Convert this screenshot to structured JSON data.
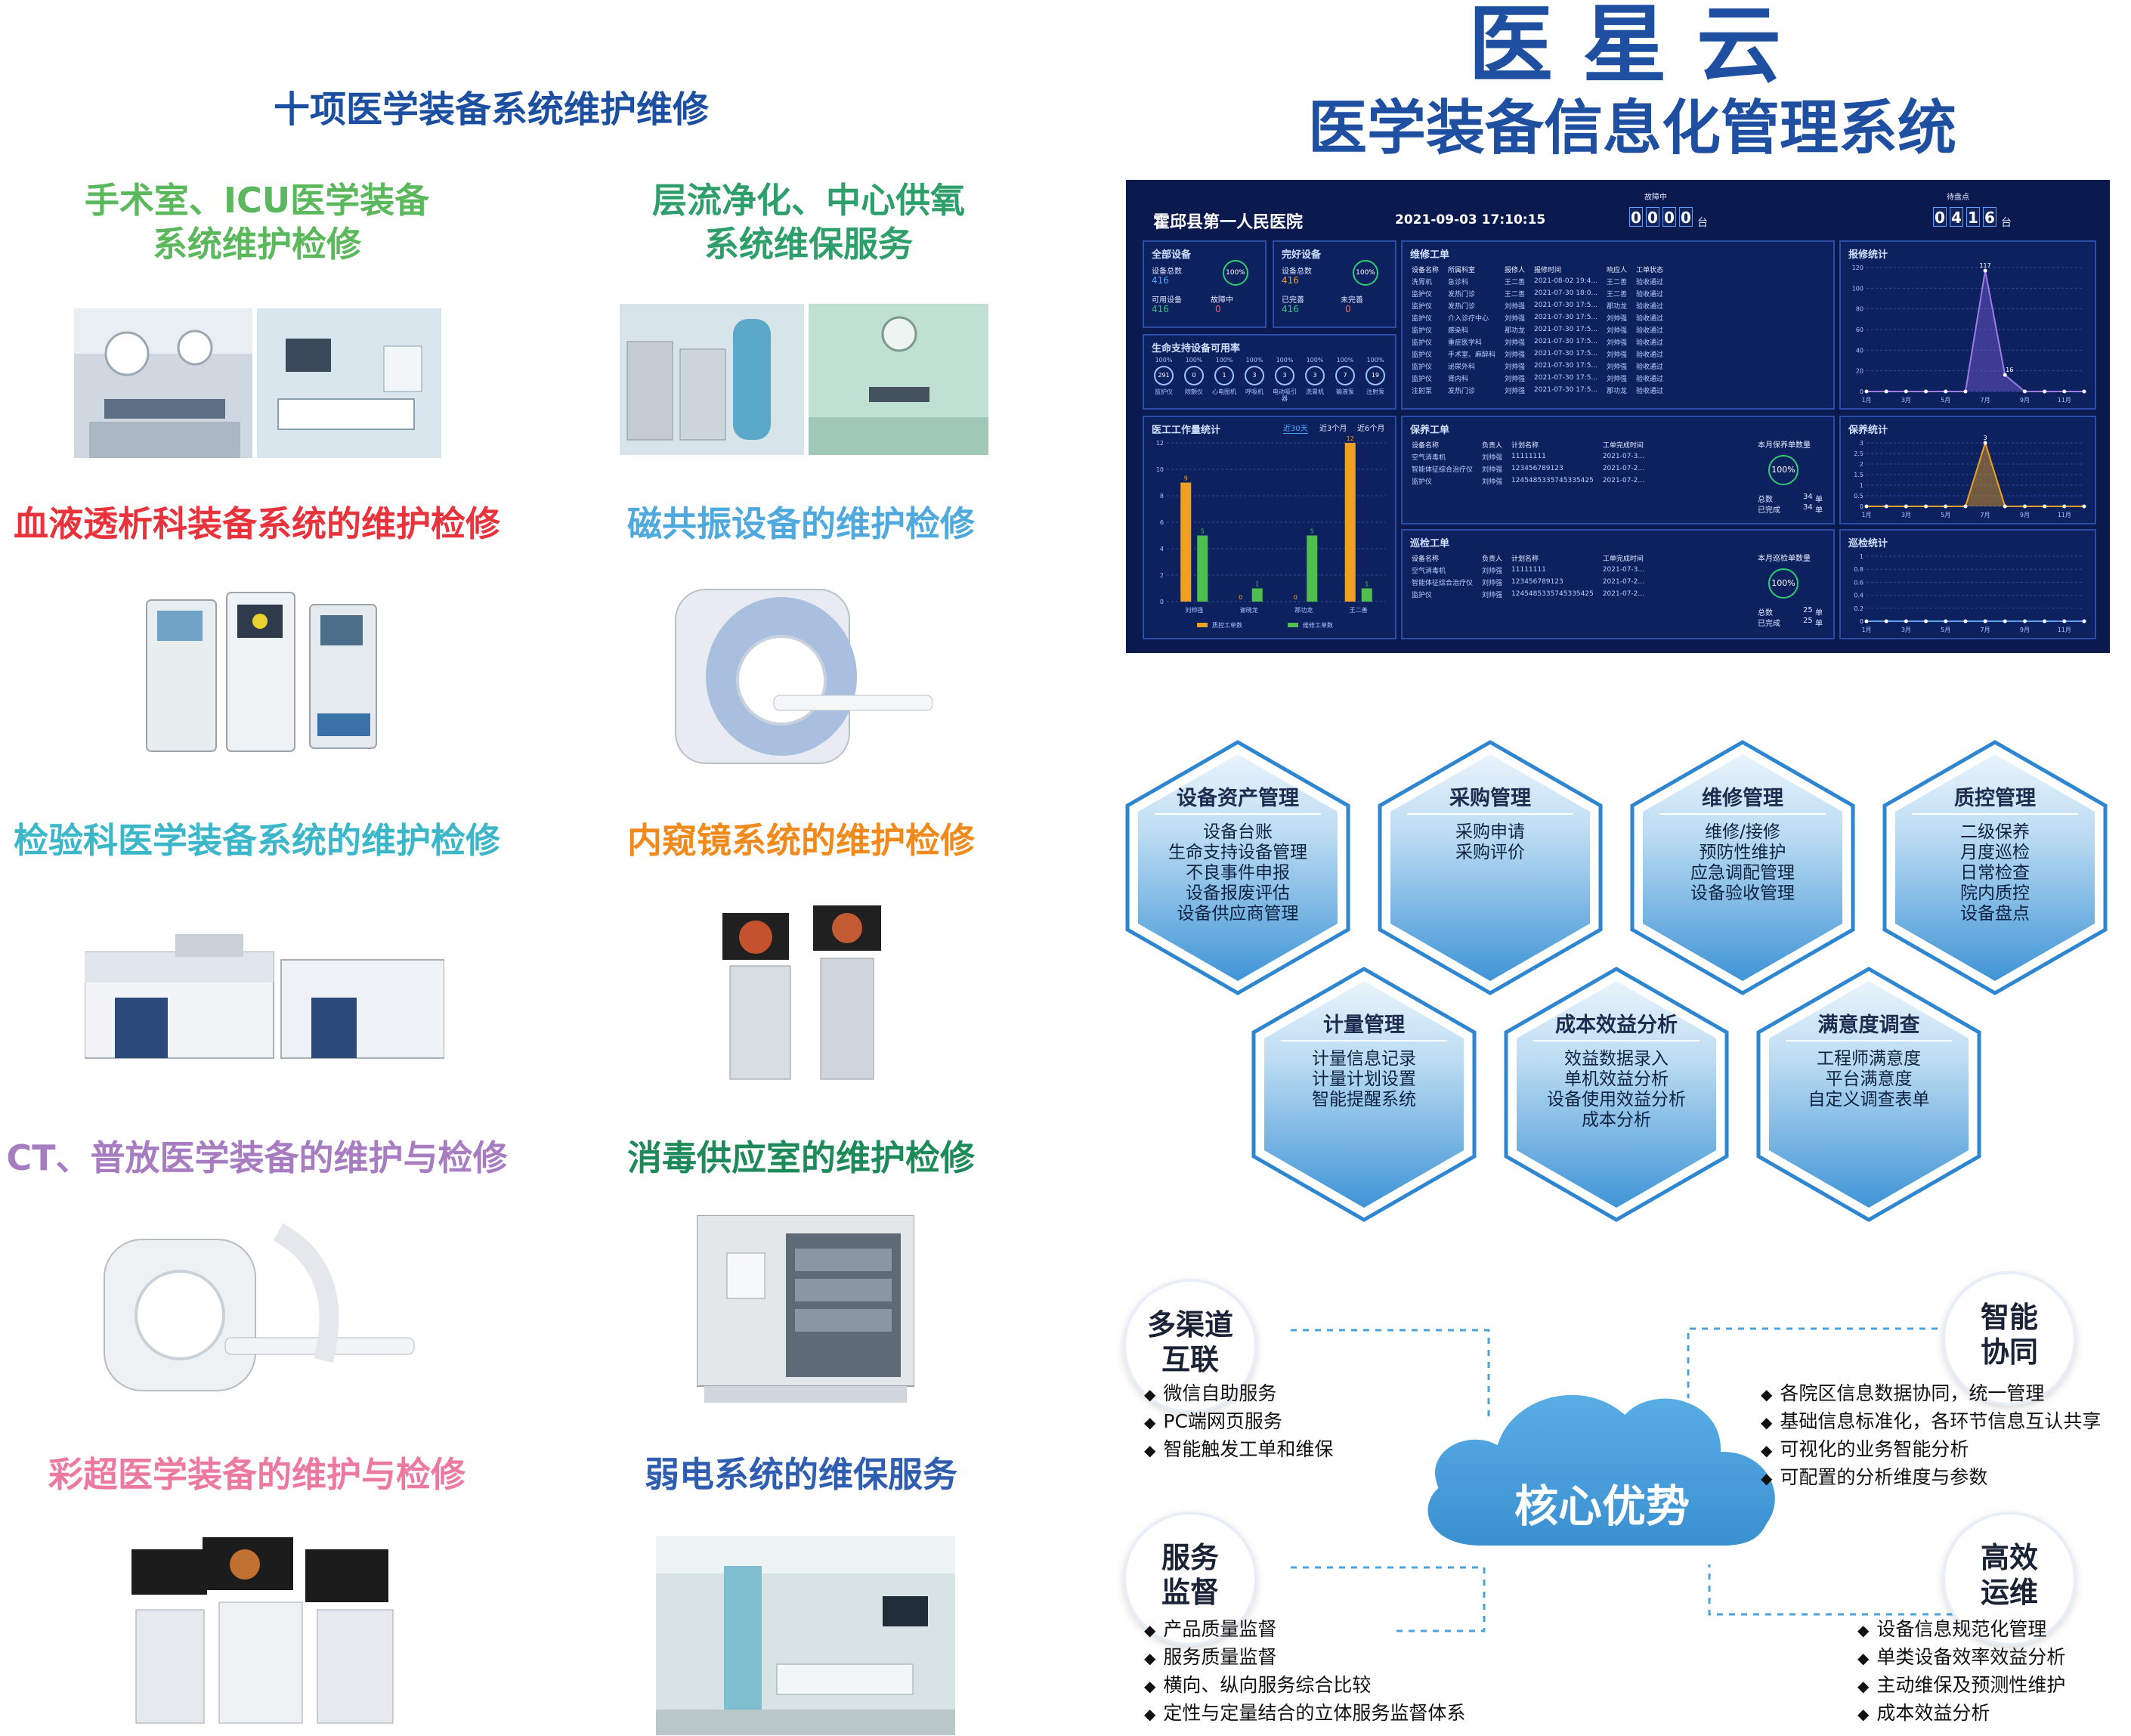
{
  "header": {
    "brand": "医 星 云",
    "subtitle": "医学装备信息化管理系统"
  },
  "left": {
    "main_title": "十项医学装备系统维护维修",
    "sections": [
      {
        "id": "or",
        "title_l1": "手术室、ICU医学装备",
        "title_l2": "系统维护检修",
        "color": "#5bb85c"
      },
      {
        "id": "oxygen",
        "title_l1": "层流净化、中心供氧",
        "title_l2": "系统维保服务",
        "color": "#2e9e6b"
      },
      {
        "id": "dialysis",
        "title_l1": "血液透析科装备系统的维护检修",
        "color": "#e8333c"
      },
      {
        "id": "mri",
        "title_l1": "磁共振设备的维护检修",
        "color": "#4fa9dd"
      },
      {
        "id": "lab",
        "title_l1": "检验科医学装备系统的维护检修",
        "color": "#3bb7c9"
      },
      {
        "id": "endo",
        "title_l1": "内窥镜系统的维护检修",
        "color": "#f08a1c"
      },
      {
        "id": "ct",
        "title_l1": "CT、普放医学装备的维护与检修",
        "color": "#a77cc0"
      },
      {
        "id": "steril",
        "title_l1": "消毒供应室的维护检修",
        "color": "#1e8a5a"
      },
      {
        "id": "us",
        "title_l1": "彩超医学装备的维护与检修",
        "color": "#ec7aa0"
      },
      {
        "id": "weak",
        "title_l1": "弱电系统的维保服务",
        "color": "#2f5db0"
      }
    ]
  },
  "dashboard": {
    "hospital": "霍邱县第一人民医院",
    "datetime": "2021-09-03 17:10:15",
    "fault_label": "故障中",
    "fault_digits": [
      "0",
      "0",
      "0",
      "0"
    ],
    "inventory_label": "待盘点",
    "inventory_digits": [
      "0",
      "4",
      "1",
      "6"
    ],
    "unit": "台",
    "all_devices": {
      "title": "全部设备",
      "total_label": "设备总数",
      "total_value": "416",
      "usable_label": "可用设备",
      "usable_value": "416",
      "fault_label": "故障中",
      "fault_value": "0",
      "rate": "100%"
    },
    "intact": {
      "title": "完好设备",
      "total_label": "设备总数",
      "total_value": "416",
      "done_label": "已完善",
      "done_value": "416",
      "undone_label": "未完善",
      "undone_value": "0",
      "rate": "100%"
    },
    "life_support": {
      "title": "生命支持设备可用率",
      "pcts": [
        "100%",
        "100%",
        "100%",
        "100%",
        "100%",
        "100%",
        "100%",
        "100%"
      ],
      "counts": [
        "291",
        "0",
        "1",
        "3",
        "3",
        "3",
        "7",
        "19"
      ],
      "names": [
        "监护仪",
        "除颤仪",
        "心电图机",
        "呼吸机",
        "电动吸引器",
        "洗胃机",
        "输液泵",
        "注射泵"
      ]
    },
    "repair_orders": {
      "title": "维修工单",
      "headers": [
        "设备名称",
        "所属科室",
        "报修人",
        "报修时间",
        "响应人",
        "工单状态"
      ],
      "rows": [
        [
          "洗胃机",
          "急诊科",
          "王二善",
          "2021-08-02 19:4...",
          "王二善",
          "验收通过"
        ],
        [
          "监护仪",
          "发热门诊",
          "王二善",
          "2021-07-30 18:0...",
          "王二善",
          "验收通过"
        ],
        [
          "监护仪",
          "发热门诊",
          "刘帅强",
          "2021-07-30 17:5...",
          "那功龙",
          "验收通过"
        ],
        [
          "监护仪",
          "介入诊疗中心",
          "刘帅强",
          "2021-07-30 17:5...",
          "刘帅强",
          "验收通过"
        ],
        [
          "监护仪",
          "感染科",
          "那功龙",
          "2021-07-30 17:5...",
          "刘帅强",
          "验收通过"
        ],
        [
          "监护仪",
          "重症医学科",
          "刘帅强",
          "2021-07-30 17:5...",
          "刘帅强",
          "验收通过"
        ],
        [
          "监护仪",
          "手术室、麻醉科",
          "刘帅强",
          "2021-07-30 17:5...",
          "刘帅强",
          "验收通过"
        ],
        [
          "监护仪",
          "泌尿外科",
          "刘帅强",
          "2021-07-30 17:5...",
          "刘帅强",
          "验收通过"
        ],
        [
          "监护仪",
          "肾内科",
          "刘帅强",
          "2021-07-30 17:5...",
          "刘帅强",
          "验收通过"
        ],
        [
          "注射泵",
          "发热门诊",
          "刘帅强",
          "2021-07-30 17:5...",
          "那功龙",
          "验收通过"
        ]
      ]
    },
    "repair_stats": {
      "title": "报修统计",
      "y_ticks": [
        "120",
        "100",
        "80",
        "60",
        "40",
        "20",
        "0"
      ],
      "months": [
        "1月",
        "3月",
        "5月",
        "7月",
        "9月",
        "11月"
      ],
      "peak_label": "117",
      "after_label": "16"
    },
    "workload": {
      "title": "医工工作量统计",
      "tabs": [
        "近30天",
        "近3个月",
        "近6个月"
      ],
      "y_ticks": [
        "12",
        "10",
        "8",
        "6",
        "4",
        "2",
        "0"
      ],
      "people": [
        "刘帅强",
        "谢晓龙",
        "那功龙",
        "王二善"
      ],
      "qc_values": [
        9,
        0,
        0,
        12
      ],
      "repair_values": [
        5,
        1,
        5,
        1
      ],
      "legend_qc": "质控工单数",
      "legend_repair": "维修工单数"
    },
    "maintenance_orders": {
      "title": "保养工单",
      "headers": [
        "设备名称",
        "负责人",
        "计划名称",
        "工单完成时间"
      ],
      "rows": [
        [
          "空气消毒机",
          "刘帅强",
          "11111111",
          "2021-07-3..."
        ],
        [
          "智能体征综合治疗仪",
          "刘帅强",
          "123456789123",
          "2021-07-2..."
        ],
        [
          "监护仪",
          "刘帅强",
          "1245485335745335425",
          "2021-07-2..."
        ]
      ],
      "side_title": "本月保养单数量",
      "rate": "100%",
      "total_label": "总数",
      "total_value": "34",
      "done_label": "已完成",
      "done_value": "34",
      "unit": "单"
    },
    "maintenance_stats": {
      "title": "保养统计",
      "y_ticks": [
        "3",
        "2.5",
        "2",
        "1.5",
        "1",
        "0.5",
        "0"
      ],
      "months": [
        "1月",
        "3月",
        "5月",
        "7月",
        "9月",
        "11月"
      ],
      "peak_label": "3"
    },
    "inspection_orders": {
      "title": "巡检工单",
      "headers": [
        "设备名称",
        "负责人",
        "计划名称",
        "工单完成时间"
      ],
      "rows": [
        [
          "空气消毒机",
          "刘帅强",
          "11111111",
          "2021-07-3..."
        ],
        [
          "智能体征综合治疗仪",
          "刘帅强",
          "123456789123",
          "2021-07-2..."
        ],
        [
          "监护仪",
          "刘帅强",
          "1245485335745335425",
          "2021-07-2..."
        ]
      ],
      "side_title": "本月巡检单数量",
      "rate": "100%",
      "total_label": "总数",
      "total_value": "25",
      "done_label": "已完成",
      "done_value": "25",
      "unit": "单"
    },
    "inspection_stats": {
      "title": "巡检统计",
      "y_ticks": [
        "1",
        "0.8",
        "0.6",
        "0.4",
        "0.2",
        "0"
      ],
      "months": [
        "1月",
        "3月",
        "5月",
        "7月",
        "9月",
        "11月"
      ]
    }
  },
  "modules": [
    {
      "title": "设备资产管理",
      "items": [
        "设备台账",
        "生命支持设备管理",
        "不良事件申报",
        "设备报废评估",
        "设备供应商管理"
      ]
    },
    {
      "title": "采购管理",
      "items": [
        "采购申请",
        "采购评价"
      ]
    },
    {
      "title": "维修管理",
      "items": [
        "维修/接修",
        "预防性维护",
        "应急调配管理",
        "设备验收管理"
      ]
    },
    {
      "title": "质控管理",
      "items": [
        "二级保养",
        "月度巡检",
        "日常检查",
        "院内质控",
        "设备盘点"
      ]
    },
    {
      "title": "计量管理",
      "items": [
        "计量信息记录",
        "计量计划设置",
        "智能提醒系统"
      ]
    },
    {
      "title": "成本效益分析",
      "items": [
        "效益数据录入",
        "单机效益分析",
        "设备使用效益分析",
        "成本分析"
      ]
    },
    {
      "title": "满意度调查",
      "items": [
        "工程师满意度",
        "平台满意度",
        "自定义调查表单"
      ]
    }
  ],
  "advantages": {
    "core": "核心优势",
    "items": [
      {
        "id": "multi",
        "l1": "多渠道",
        "l2": "互联",
        "list": [
          "微信自助服务",
          "PC端网页服务",
          "智能触发工单和维保"
        ]
      },
      {
        "id": "smart",
        "l1": "智能",
        "l2": "协同",
        "list": [
          "各院区信息数据协同，统一管理",
          "基础信息标准化，各环节信息互认共享",
          "可视化的业务智能分析",
          "可配置的分析维度与参数"
        ]
      },
      {
        "id": "supervise",
        "l1": "服务",
        "l2": "监督",
        "list": [
          "产品质量监督",
          "服务质量监督",
          "横向、纵向服务综合比较",
          "定性与定量结合的立体服务监督体系"
        ]
      },
      {
        "id": "ops",
        "l1": "高效",
        "l2": "运维",
        "list": [
          "设备信息规范化管理",
          "单类设备效率效益分析",
          "主动维保及预测性维护",
          "成本效益分析"
        ]
      }
    ]
  }
}
